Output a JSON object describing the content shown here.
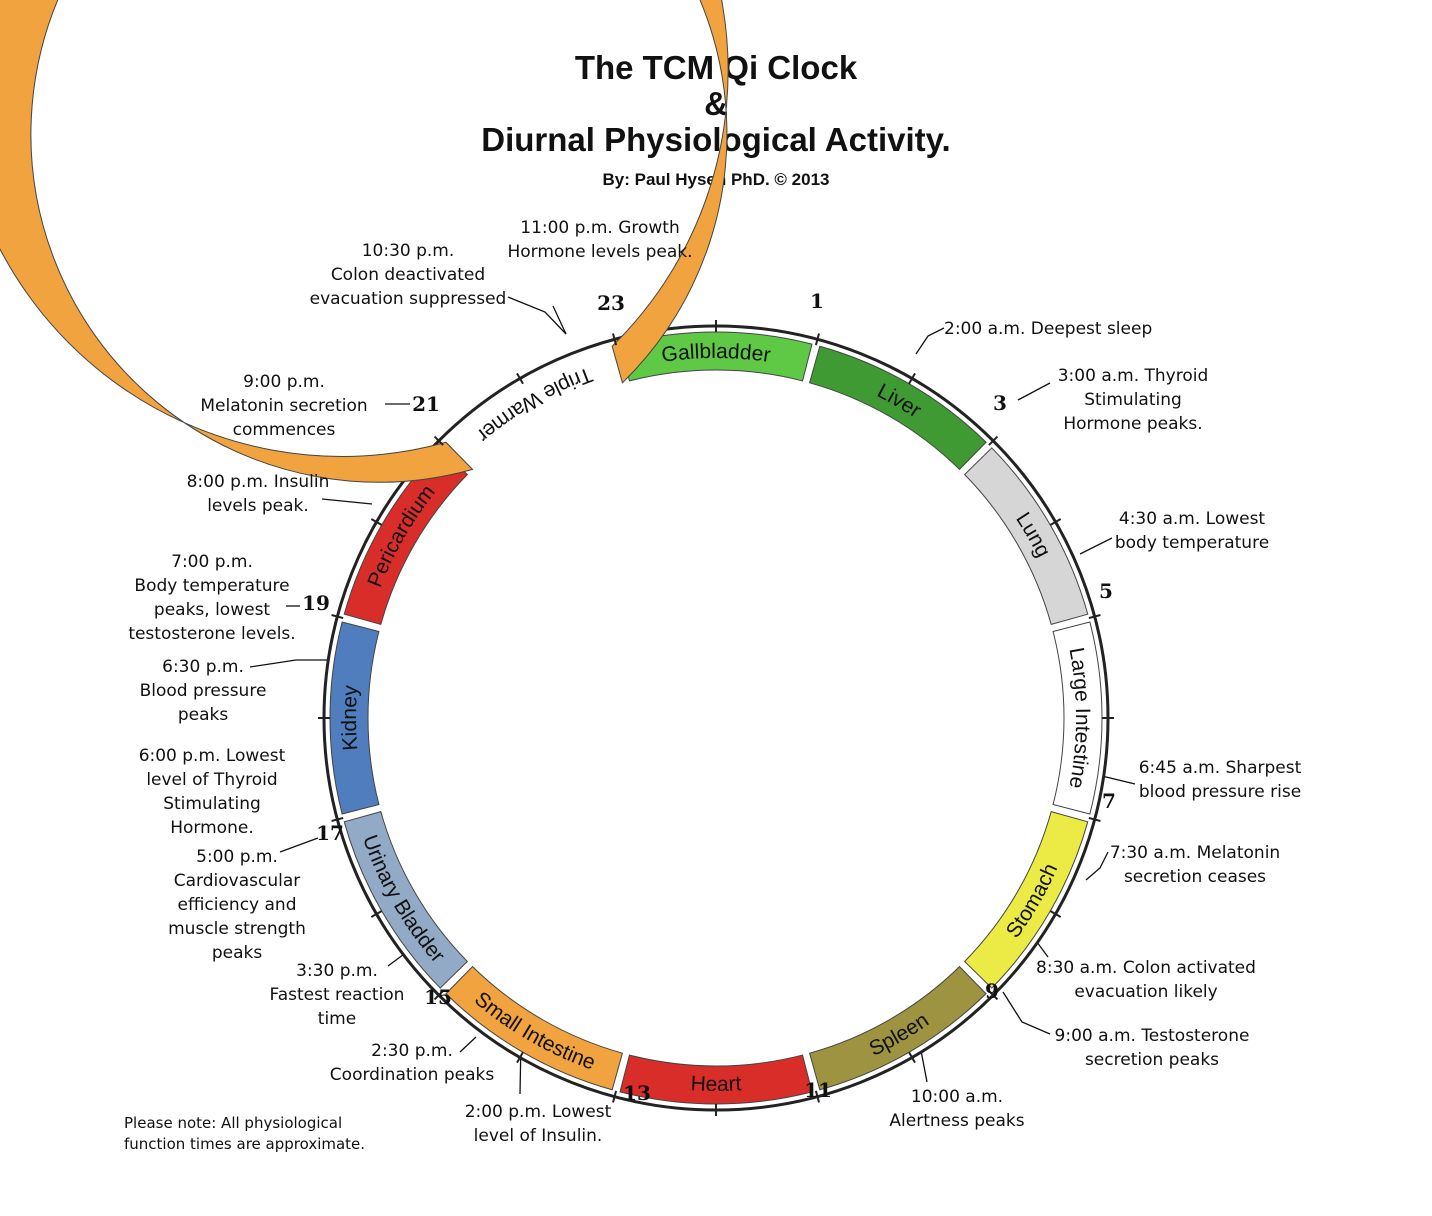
{
  "title": {
    "line1": "The TCM Qi Clock",
    "line2": "&",
    "line3": "Diurnal Physiological Activity.",
    "byline": "By: Paul Hysen PhD. © 2013"
  },
  "note": [
    "Please note: All physiological",
    "function times are approximate."
  ],
  "colors": {
    "red_band": "#ee8d80",
    "orange_band": "#f8c58b",
    "yellow_band": "#fdfaa0",
    "green_band": "#b8f3ad",
    "blue_band": "#a6b3ee",
    "purple_band": "#c99ef3",
    "outer_ring": "#222222"
  },
  "organs": [
    {
      "label": "Gallbladder",
      "color": "#5fc844",
      "start": 23,
      "end": 1
    },
    {
      "label": "Liver",
      "color": "#3f9a34",
      "start": 1,
      "end": 3
    },
    {
      "label": "Lung",
      "color": "#d6d6d6",
      "start": 3,
      "end": 5
    },
    {
      "label": "Large Intestine",
      "color": "#ffffff",
      "start": 5,
      "end": 7
    },
    {
      "label": "Stomach",
      "color": "#ecea45",
      "start": 7,
      "end": 9
    },
    {
      "label": "Spleen",
      "color": "#9d9340",
      "start": 9,
      "end": 11
    },
    {
      "label": "Heart",
      "color": "#d92d2a",
      "start": 11,
      "end": 13
    },
    {
      "label": "Small Intestine",
      "color": "#f0a33f",
      "start": 13,
      "end": 15
    },
    {
      "label": "Urinary Bladder",
      "color": "#93aac6",
      "start": 15,
      "end": 17
    },
    {
      "label": "Kidney",
      "color": "#4f7dbd",
      "start": 17,
      "end": 19
    },
    {
      "label": "Pericardium",
      "color": "#d92d2a",
      "start": 19,
      "end": 21
    },
    {
      "label": "Triple Warmer",
      "color": "#f0a33f",
      "start": 21,
      "end": 23
    }
  ],
  "hour_labels": [
    "23",
    "1",
    "3",
    "5",
    "7",
    "9",
    "11",
    "13",
    "15",
    "17",
    "19",
    "21"
  ],
  "annotations": [
    {
      "lines": [
        "11:00 p.m. Growth",
        "Hormone levels peak."
      ]
    },
    {
      "lines": [
        "10:30 p.m.",
        "Colon deactivated",
        "evacuation suppressed"
      ]
    },
    {
      "lines": [
        "9:00 p.m.",
        "Melatonin secretion",
        "commences"
      ]
    },
    {
      "lines": [
        "8:00 p.m. Insulin",
        "levels peak."
      ]
    },
    {
      "lines": [
        "7:00 p.m.",
        "Body temperature",
        "peaks, lowest",
        "testosterone levels."
      ]
    },
    {
      "lines": [
        "6:30 p.m.",
        "Blood pressure",
        "peaks"
      ]
    },
    {
      "lines": [
        "6:00 p.m. Lowest",
        "level of Thyroid",
        "Stimulating",
        "Hormone."
      ]
    },
    {
      "lines": [
        "5:00 p.m.",
        "Cardiovascular",
        "efficiency and",
        "muscle strength",
        "peaks"
      ]
    },
    {
      "lines": [
        "3:30 p.m.",
        "Fastest reaction",
        "time"
      ]
    },
    {
      "lines": [
        "2:30 p.m.",
        "Coordination peaks"
      ]
    },
    {
      "lines": [
        "2:00 p.m. Lowest",
        "level of Insulin."
      ]
    },
    {
      "lines": [
        "10:00 a.m.",
        "Alertness peaks"
      ]
    },
    {
      "lines": [
        "9:00 a.m. Testosterone",
        "secretion peaks"
      ]
    },
    {
      "lines": [
        "8:30 a.m. Colon activated",
        "evacuation likely"
      ]
    },
    {
      "lines": [
        "7:30 a.m. Melatonin",
        "secretion ceases"
      ]
    },
    {
      "lines": [
        "6:45 a.m. Sharpest",
        "blood pressure rise"
      ]
    },
    {
      "lines": [
        "4:30 a.m. Lowest",
        "body temperature"
      ]
    },
    {
      "lines": [
        "3:00 a.m. Thyroid",
        "Stimulating",
        "Hormone peaks."
      ]
    },
    {
      "lines": [
        "2:00 a.m. Deepest sleep"
      ]
    }
  ]
}
